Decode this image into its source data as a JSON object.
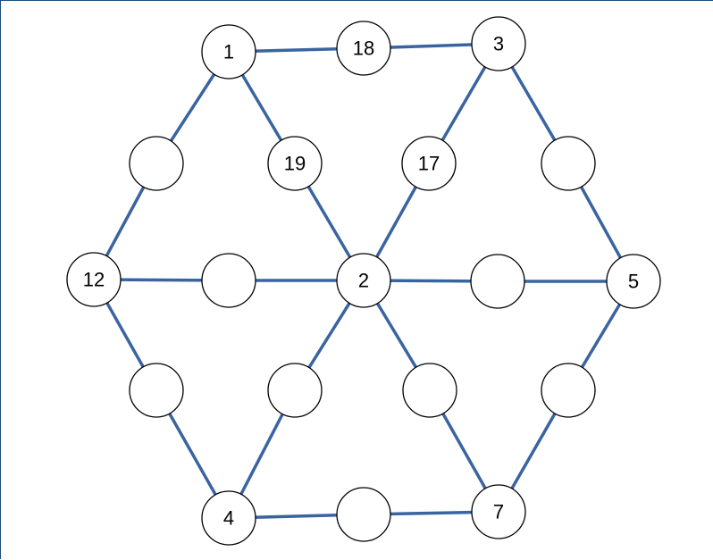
{
  "diagram": {
    "nodes": [
      {
        "id": "n1",
        "label": "1"
      },
      {
        "id": "n18",
        "label": "18"
      },
      {
        "id": "n3",
        "label": "3"
      },
      {
        "id": "a",
        "label": ""
      },
      {
        "id": "n19",
        "label": "19"
      },
      {
        "id": "n17",
        "label": "17"
      },
      {
        "id": "b",
        "label": ""
      },
      {
        "id": "n12",
        "label": "12"
      },
      {
        "id": "c",
        "label": ""
      },
      {
        "id": "n2",
        "label": "2"
      },
      {
        "id": "d",
        "label": ""
      },
      {
        "id": "n5",
        "label": "5"
      },
      {
        "id": "e",
        "label": ""
      },
      {
        "id": "f",
        "label": ""
      },
      {
        "id": "g",
        "label": ""
      },
      {
        "id": "h",
        "label": ""
      },
      {
        "id": "n4",
        "label": "4"
      },
      {
        "id": "i",
        "label": ""
      },
      {
        "id": "n7",
        "label": "7"
      }
    ],
    "edges": [
      [
        "n1",
        "n18"
      ],
      [
        "n18",
        "n3"
      ],
      [
        "n1",
        "a"
      ],
      [
        "a",
        "n12"
      ],
      [
        "n3",
        "b"
      ],
      [
        "b",
        "n5"
      ],
      [
        "n1",
        "n19"
      ],
      [
        "n19",
        "n2"
      ],
      [
        "n3",
        "n17"
      ],
      [
        "n17",
        "n2"
      ],
      [
        "n12",
        "c"
      ],
      [
        "c",
        "n2"
      ],
      [
        "n2",
        "d"
      ],
      [
        "d",
        "n5"
      ],
      [
        "n12",
        "e"
      ],
      [
        "e",
        "n4"
      ],
      [
        "n2",
        "f"
      ],
      [
        "f",
        "n4"
      ],
      [
        "n2",
        "g"
      ],
      [
        "g",
        "n7"
      ],
      [
        "n5",
        "h"
      ],
      [
        "h",
        "n7"
      ],
      [
        "n4",
        "i"
      ],
      [
        "i",
        "n7"
      ]
    ],
    "colors": {
      "edge": "#3a64a0",
      "node_stroke": "#000000",
      "node_fill": "#ffffff",
      "frame": "#1f4e79"
    }
  }
}
